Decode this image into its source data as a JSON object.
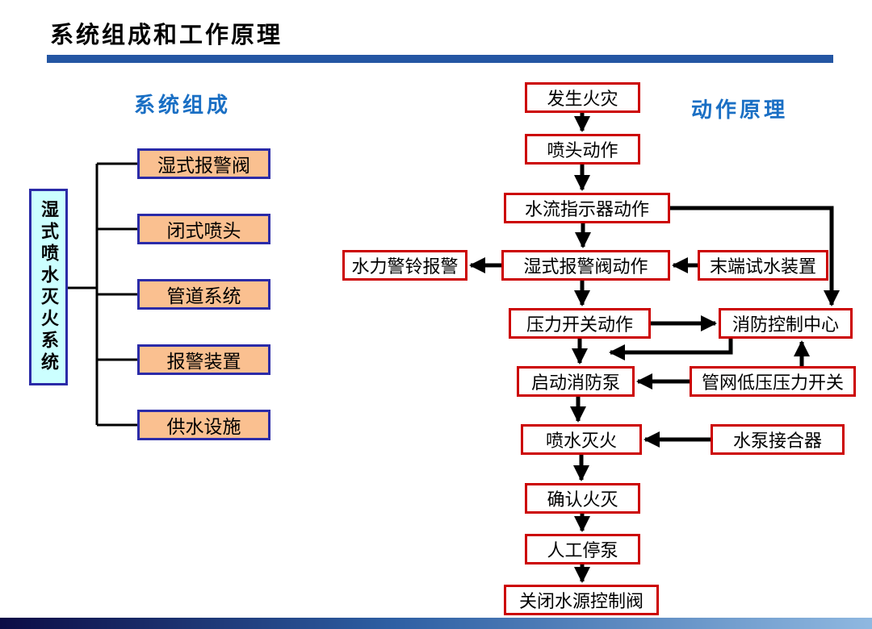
{
  "page": {
    "title": "系统组成和工作原理"
  },
  "colors": {
    "accent_bar": "#2456A3",
    "heading": "#1A6FC4",
    "component_fill": "#FAC090",
    "component_border": "#2B2BA8",
    "root_fill": "#CCFFFF",
    "flow_border": "#CC0000",
    "arrow": "#000000"
  },
  "composition": {
    "heading": "系统组成",
    "root_label": "湿式喷水灭火系统",
    "items": [
      {
        "label": "湿式报警阀"
      },
      {
        "label": "闭式喷头"
      },
      {
        "label": "管道系统"
      },
      {
        "label": "报警装置"
      },
      {
        "label": "供水设施"
      }
    ]
  },
  "principle": {
    "heading": "动作原理",
    "nodes": {
      "fire": "发生火灾",
      "sprinkler": "喷头动作",
      "flow_indicator": "水流指示器动作",
      "wet_valve": "湿式报警阀动作",
      "bell": "水力警铃报警",
      "end_test": "末端试水装置",
      "pressure_switch": "压力开关动作",
      "control_center": "消防控制中心",
      "start_pump": "启动消防泵",
      "low_pressure_switch": "管网低压压力开关",
      "spray": "喷水灭火",
      "pump_adapter": "水泵接合器",
      "confirm": "确认火灭",
      "stop_pump": "人工停泵",
      "close_valve": "关闭水源控制阀"
    },
    "edges": [
      "fire->sprinkler",
      "sprinkler->flow_indicator",
      "flow_indicator->wet_valve",
      "flow_indicator->control_center",
      "end_test->wet_valve",
      "wet_valve->bell",
      "wet_valve->pressure_switch",
      "pressure_switch->control_center",
      "pressure_switch->start_pump",
      "control_center->start_pump",
      "low_pressure_switch->start_pump",
      "low_pressure_switch->control_center",
      "start_pump->spray",
      "pump_adapter->spray",
      "spray->confirm",
      "confirm->stop_pump",
      "stop_pump->close_valve"
    ]
  }
}
